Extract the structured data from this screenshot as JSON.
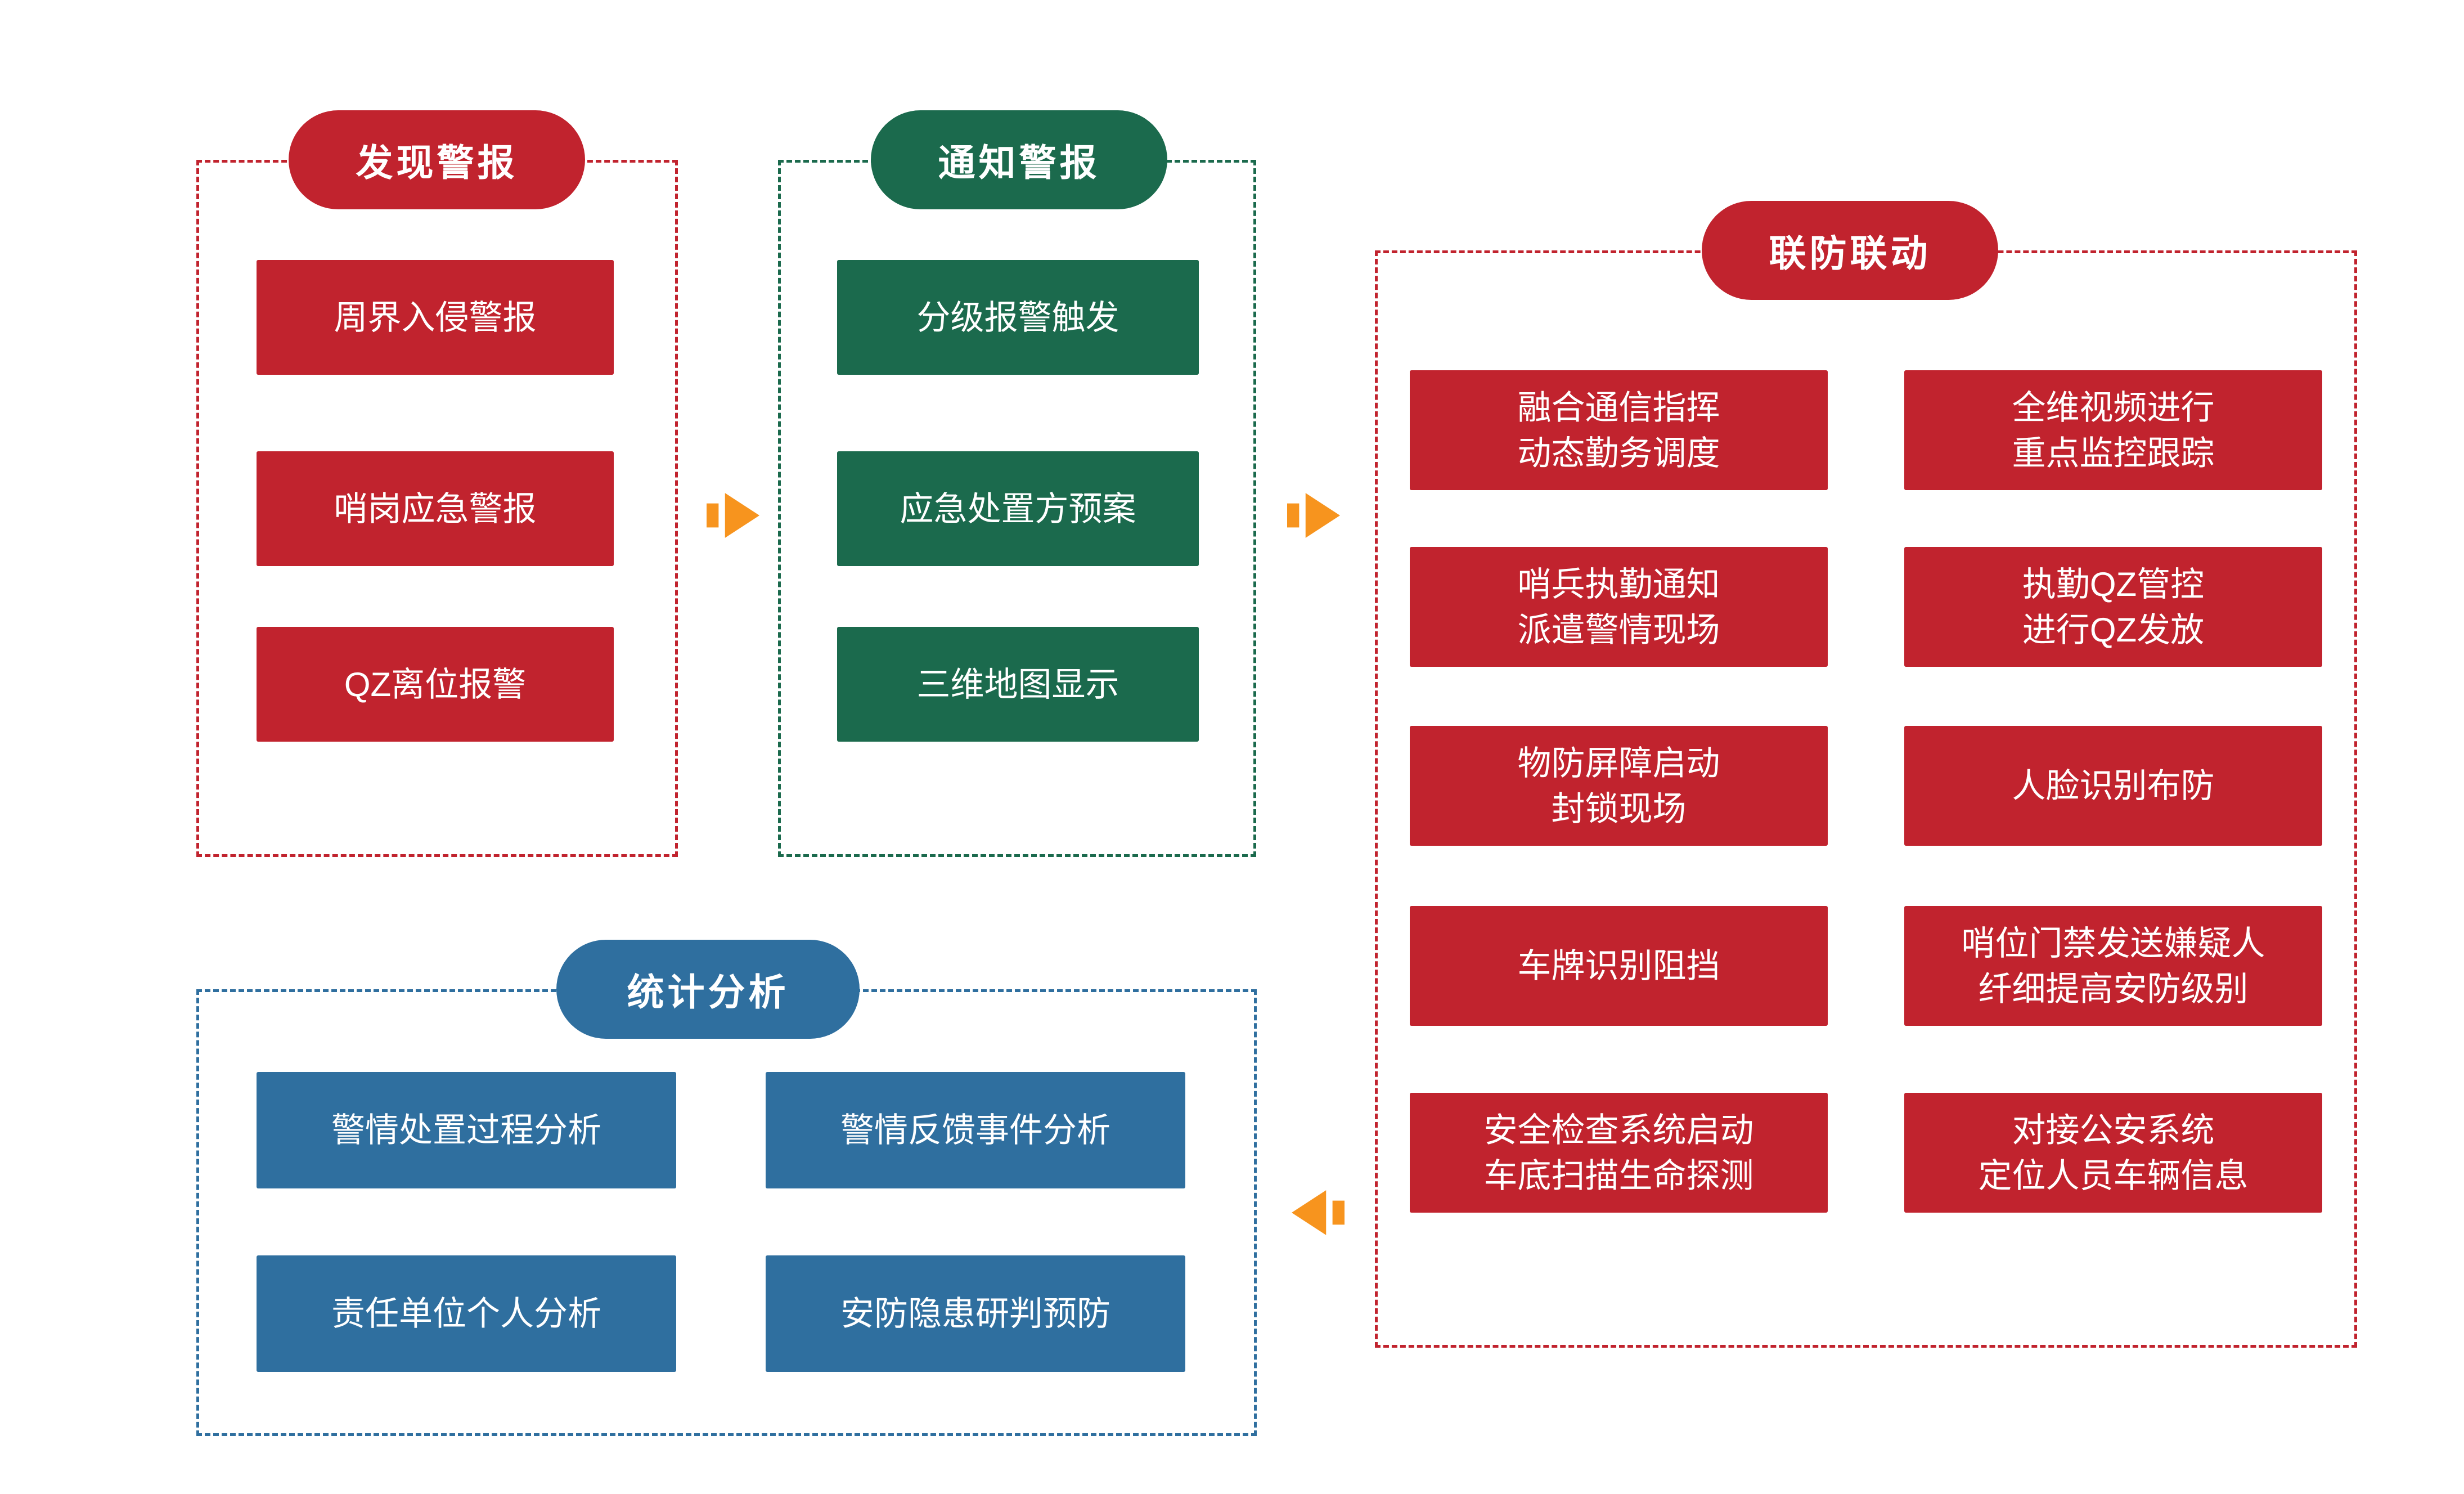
{
  "colors": {
    "red": "#C1232E",
    "green": "#1B6A4D",
    "blue": "#2F6F9F",
    "orange": "#F7941E"
  },
  "groups": {
    "discover": {
      "title": "发现警报",
      "items": [
        "周界入侵警报",
        "哨岗应急警报",
        "QZ离位报警"
      ]
    },
    "notify": {
      "title": "通知警报",
      "items": [
        "分级报警触发",
        "应急处置方预案",
        "三维地图显示"
      ]
    },
    "linkage": {
      "title": "联防联动",
      "left": [
        [
          "融合通信指挥",
          "动态勤务调度"
        ],
        [
          "哨兵执勤通知",
          "派遣警情现场"
        ],
        [
          "物防屏障启动",
          "封锁现场"
        ],
        [
          "车牌识别阻挡"
        ],
        [
          "安全检查系统启动",
          "车底扫描生命探测"
        ]
      ],
      "right": [
        [
          "全维视频进行",
          "重点监控跟踪"
        ],
        [
          "执勤QZ管控",
          "进行QZ发放"
        ],
        [
          "人脸识别布防"
        ],
        [
          "哨位门禁发送嫌疑人",
          "纤细提高安防级别"
        ],
        [
          "对接公安系统",
          "定位人员车辆信息"
        ]
      ]
    },
    "analysis": {
      "title": "统计分析",
      "items": [
        "警情处置过程分析",
        "警情反馈事件分析",
        "责任单位个人分析",
        "安防隐患研判预防"
      ]
    }
  }
}
